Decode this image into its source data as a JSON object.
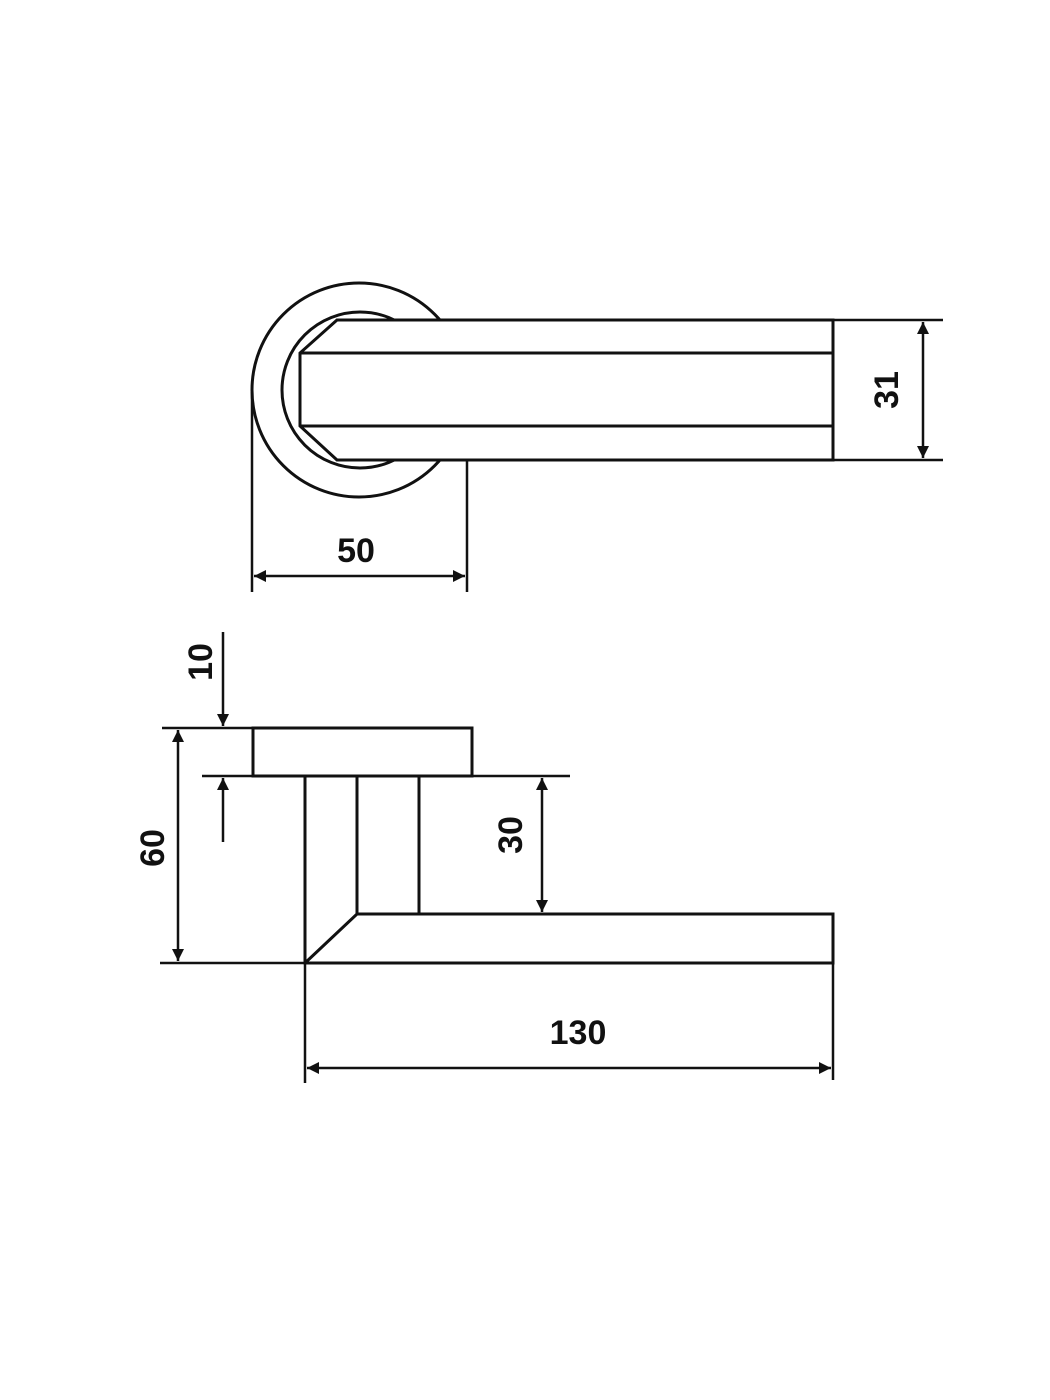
{
  "dimensions": {
    "handle_width": "31",
    "rose_diameter": "50",
    "rose_thickness": "10",
    "total_height": "60",
    "lever_offset": "30",
    "lever_length": "130"
  },
  "colors": {
    "line": "#111111",
    "background": "#ffffff"
  }
}
